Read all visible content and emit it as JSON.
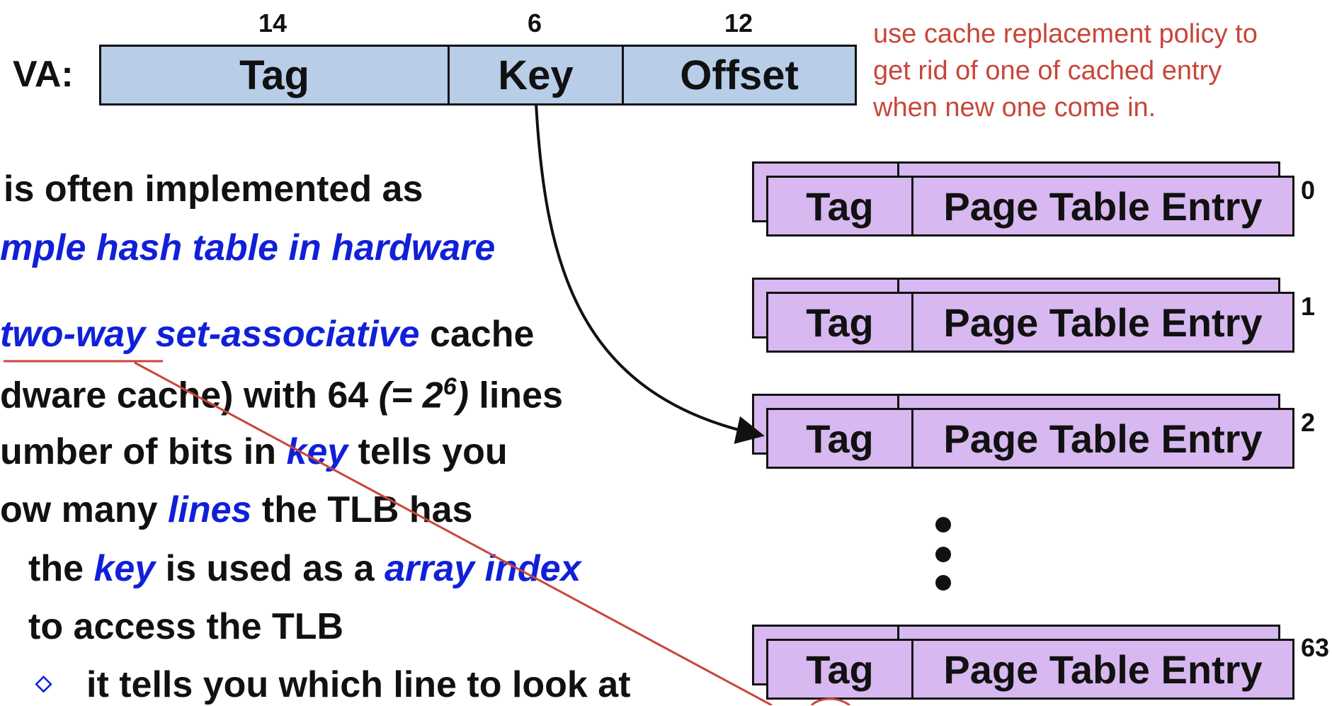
{
  "va": {
    "label": "VA:",
    "fields": [
      {
        "name": "Tag",
        "bits": "14"
      },
      {
        "name": "Key",
        "bits": "6"
      },
      {
        "name": "Offset",
        "bits": "12"
      }
    ]
  },
  "note": {
    "lines": [
      "use cache replacement policy to",
      "get rid of one of cached entry",
      "when new one come in."
    ]
  },
  "text": {
    "l1": "is often implemented as",
    "l2": "mple hash table in hardware",
    "l3_em1": "two-way",
    "l3_em2": "set-associative",
    "l3_rest": "cache",
    "l4a": "dware cache) with 64 ",
    "l4b": "(= 2",
    "l4sup": "6",
    "l4c": ")",
    "l4d": " lines",
    "l5a": "umber of bits in ",
    "l5em": "key",
    "l5b": " tells you",
    "l6a": "ow many ",
    "l6em": "lines",
    "l6b": " the TLB has",
    "l7a": "the ",
    "l7em1": "key",
    "l7b": " is used as a ",
    "l7em2": "array index",
    "l8": "to access the TLB",
    "l9": "it tells you which line to look at",
    "bullet": "◇"
  },
  "tlb": {
    "tag_label": "Tag",
    "entry_label": "Page Table Entry",
    "indices": [
      "0",
      "1",
      "2",
      "63"
    ]
  },
  "colors": {
    "va_fill": "#b7cde8",
    "entry_fill": "#d8b8f0",
    "emphasis": "#1020d8",
    "annotation": "#c8463a"
  }
}
